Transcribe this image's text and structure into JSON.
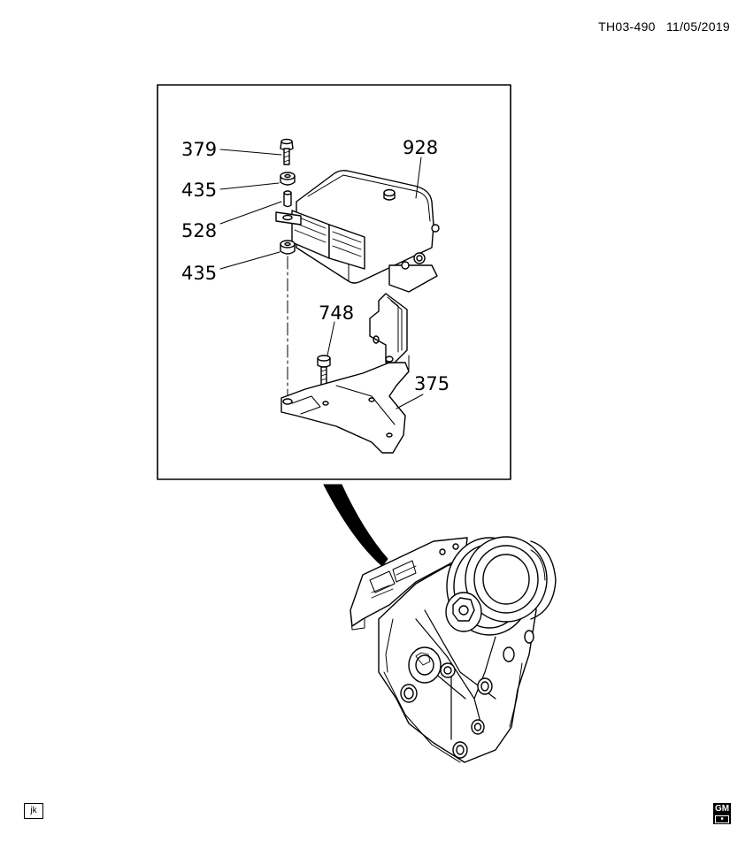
{
  "header": {
    "code": "TH03-490",
    "date": "11/05/2019"
  },
  "callouts": [
    {
      "id": "379"
    },
    {
      "id": "435"
    },
    {
      "id": "528"
    },
    {
      "id": "435"
    },
    {
      "id": "928"
    },
    {
      "id": "748"
    },
    {
      "id": "375"
    }
  ],
  "footer": {
    "left_badge": "jk",
    "right_badge": "GM"
  }
}
